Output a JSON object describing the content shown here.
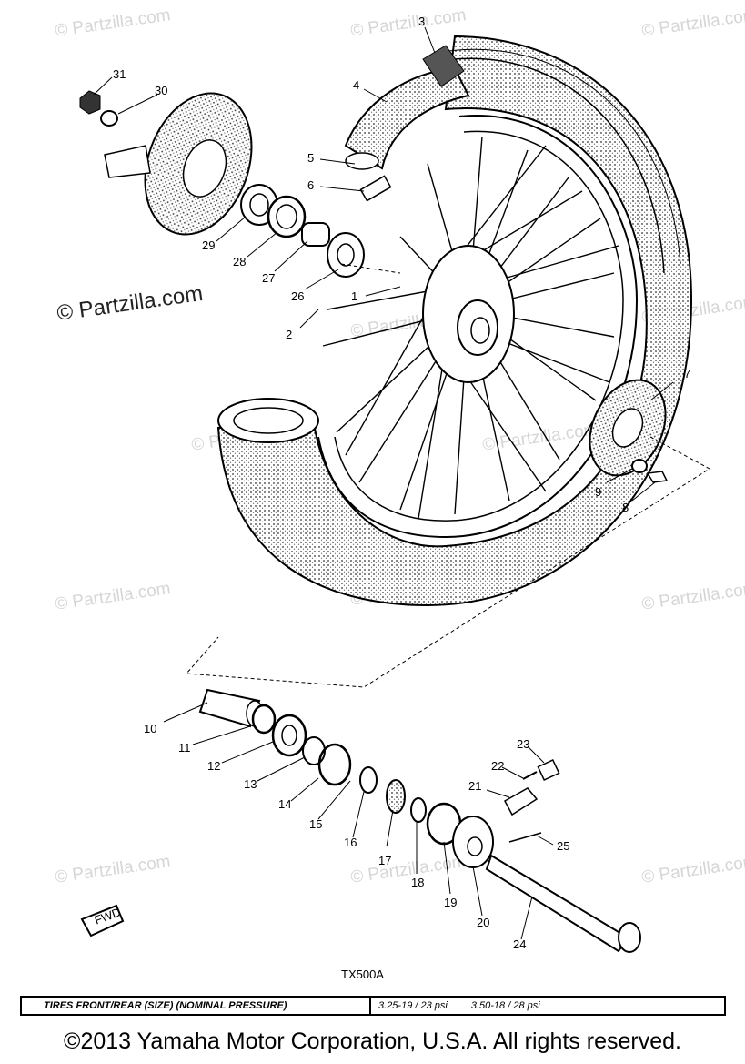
{
  "watermarks": [
    "© Partzilla.com",
    "© Partzilla.com",
    "© Partzilla.com",
    "© Partzilla.com",
    "© Partzilla.com",
    "© Partzilla.com",
    "© Partzilla.com",
    "© Partzilla.com",
    "© Partzilla.com",
    "© Partzilla.com",
    "© Partzilla.com",
    "© Partzilla.com",
    "© Partzilla.com"
  ],
  "watermark_main": "© Partzilla.com",
  "callouts": [
    "1",
    "2",
    "3",
    "4",
    "5",
    "6",
    "7",
    "8",
    "9",
    "10",
    "11",
    "12",
    "13",
    "14",
    "15",
    "16",
    "17",
    "18",
    "19",
    "20",
    "21",
    "22",
    "23",
    "24",
    "25",
    "26",
    "27",
    "28",
    "29",
    "30",
    "31"
  ],
  "fwd_label": "FWD",
  "model_code": "TX500A",
  "spec_table": {
    "label": "TIRES FRONT/REAR (SIZE) (NOMINAL PRESSURE)",
    "front": "3.25-19 / 23 psi",
    "rear": "3.50-18 / 28 psi"
  },
  "copyright": "©2013 Yamaha Motor Corporation, U.S.A. All rights reserved."
}
